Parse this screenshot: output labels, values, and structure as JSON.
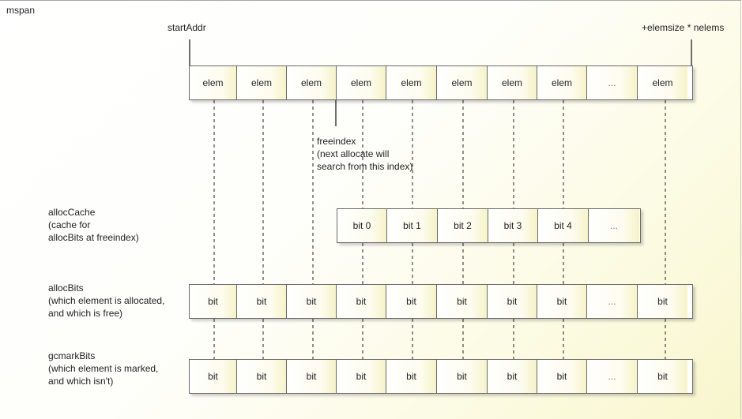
{
  "title": "mspan",
  "start_label": "startAddr",
  "end_label": "+elemsize * nelems",
  "freeindex_note": "freeindex\n(next allocate will\nsearch from this index)",
  "elem_row": [
    "elem",
    "elem",
    "elem",
    "elem",
    "elem",
    "elem",
    "elem",
    "elem",
    "...",
    "elem"
  ],
  "alloc_cache": {
    "label": "allocCache\n(cache for\nallocBits at freeindex)",
    "cells": [
      "bit 0",
      "bit 1",
      "bit 2",
      "bit 3",
      "bit 4",
      "..."
    ]
  },
  "alloc_bits": {
    "label": "allocBits\n(which element is allocated,\nand which is free)",
    "cells": [
      "bit",
      "bit",
      "bit",
      "bit",
      "bit",
      "bit",
      "bit",
      "bit",
      "...",
      "bit"
    ]
  },
  "gcmark_bits": {
    "label": "gcmarkBits\n(which element is marked,\nand which isn't)",
    "cells": [
      "bit",
      "bit",
      "bit",
      "bit",
      "bit",
      "bit",
      "bit",
      "bit",
      "...",
      "bit"
    ]
  }
}
